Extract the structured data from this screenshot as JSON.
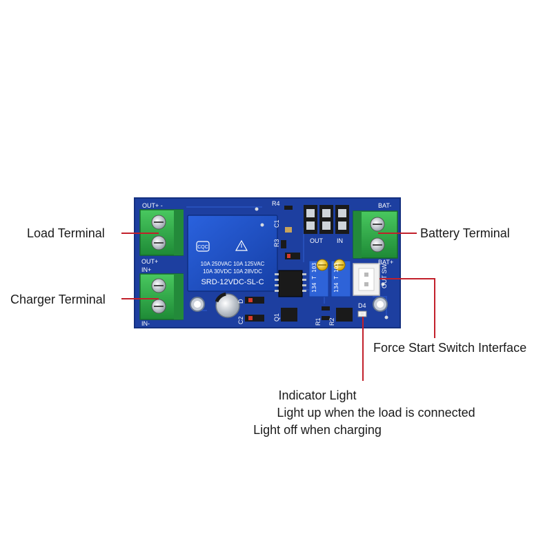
{
  "labels": {
    "load_terminal": "Load Terminal",
    "charger_terminal": "Charger Terminal",
    "battery_terminal": "Battery Terminal",
    "force_start": "Force Start Switch Interface",
    "indicator_title": "Indicator Light",
    "indicator_line1": "Light up when the load is connected",
    "indicator_line2": "Light off when charging"
  },
  "board": {
    "silk_out_top": "OUT+ -",
    "silk_out_in": "OUT+",
    "silk_in_plus": "IN+",
    "silk_in_minus": "IN-",
    "silk_bat_top": "BAT-",
    "silk_bat_plus": "BAT+",
    "silk_out_mid": "OUT",
    "silk_in_mid": "IN",
    "silk_sw": "OUT SW",
    "silk_r4": "R4",
    "silk_r3": "R3",
    "silk_c1": "C1",
    "silk_r1": "R1",
    "silk_r2": "R2",
    "silk_d4": "D4",
    "silk_c2": "C2",
    "silk_q1": "Q1",
    "silk_d": "D",
    "relay": {
      "brand": "CQC",
      "rating_line1": "10A 250VAC  10A 125VAC",
      "rating_line2": "10A  30VDC  10A 28VDC",
      "model": "SRD-12VDC-SL-C"
    },
    "pot_left": "134 T 103",
    "pot_right": "134 T 103"
  },
  "colors": {
    "pcb": "#1d3fa0",
    "pcb_edge": "#14307f",
    "terminal": "#2fb24a",
    "relay": "#1b4fc7",
    "pointer": "#c21f2a"
  }
}
